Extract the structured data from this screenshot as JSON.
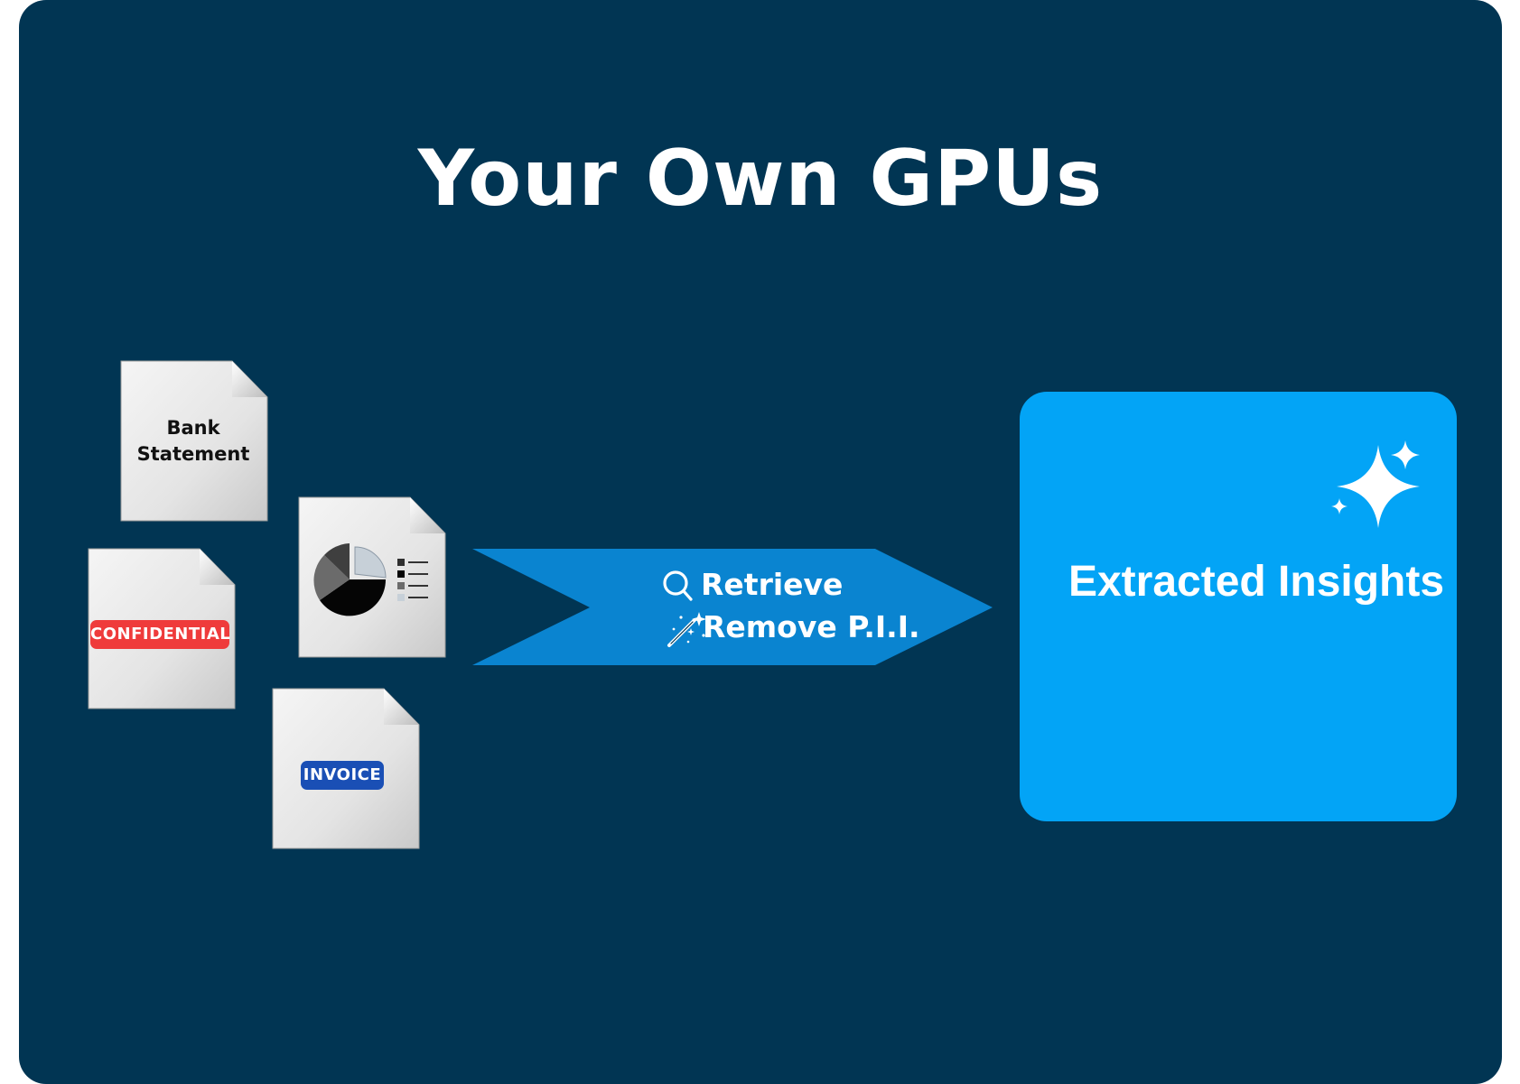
{
  "title": "Your Own GPUs",
  "documents": {
    "bank_statement": "Bank Statement",
    "confidential_tag": "CONFIDENTIAL",
    "invoice_tag": "INVOICE"
  },
  "process": {
    "steps": [
      "Retrieve",
      "Remove P.I.I."
    ],
    "icons": [
      "search-icon",
      "magic-wand-icon"
    ]
  },
  "result": {
    "label": "Extracted Insights",
    "icon": "sparkles-icon"
  },
  "colors": {
    "background": "#013553",
    "arrow": "#0a84d0",
    "result_box": "#03a4f6",
    "confidential_tag": "#ef3b3b",
    "invoice_tag": "#1a4fb5"
  }
}
